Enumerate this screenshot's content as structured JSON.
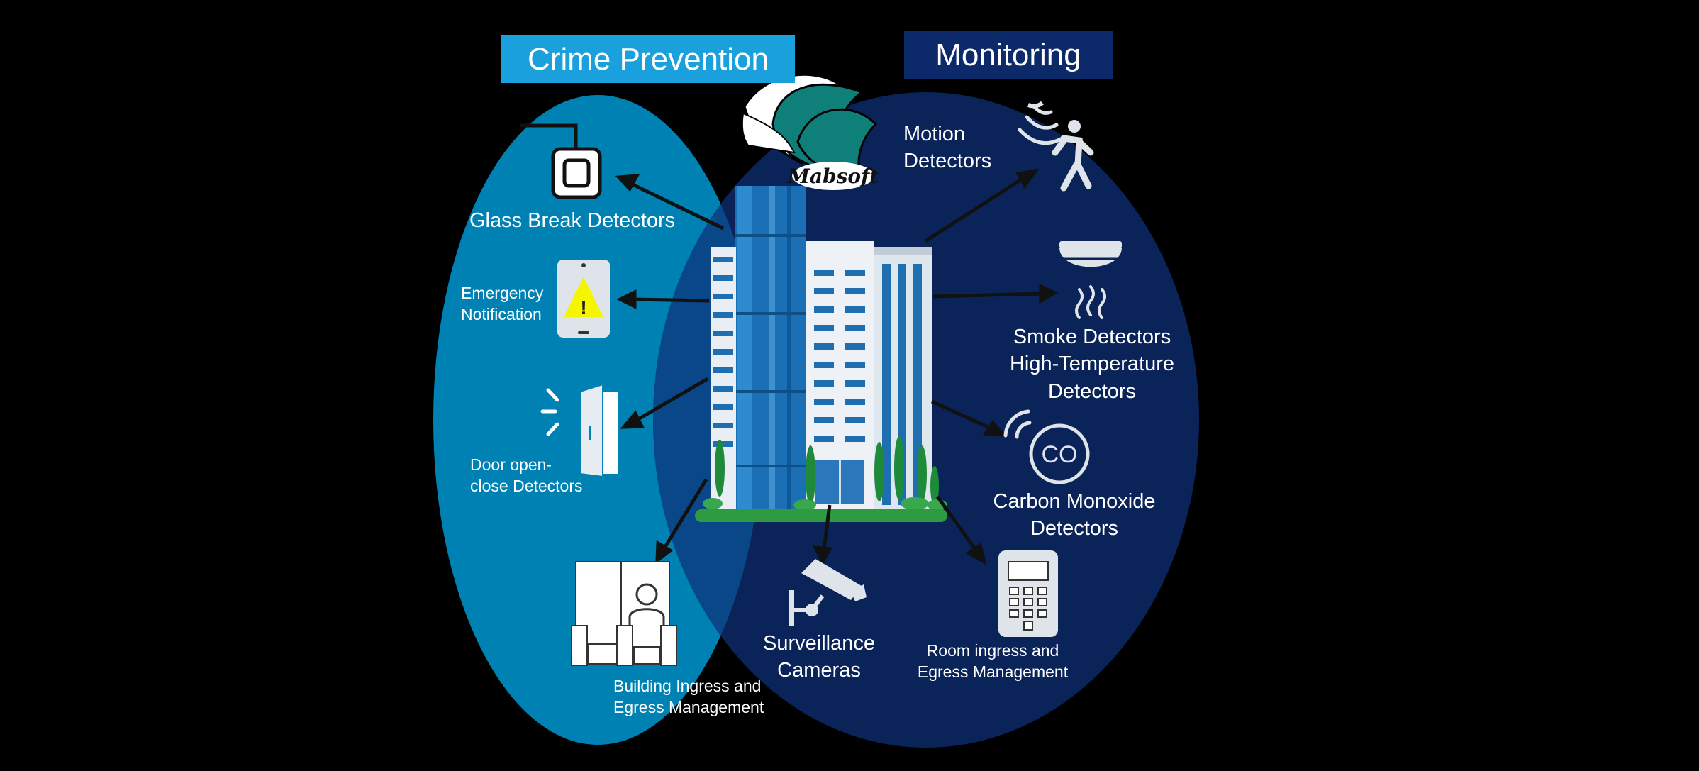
{
  "headers": {
    "crime_prevention": "Crime Prevention",
    "monitoring": "Monitoring"
  },
  "logo": {
    "text": "Mabsoft"
  },
  "labels": {
    "glass_break": "Glass Break Detectors",
    "emergency_1": "Emergency",
    "emergency_2": "Notification",
    "door_1": "Door open-",
    "door_2": "close Detectors",
    "building_ingress_1": "Building Ingress and",
    "building_ingress_2": "Egress Management",
    "surveillance_1": "Surveillance",
    "surveillance_2": "Cameras",
    "motion_1": "Motion",
    "motion_2": "Detectors",
    "smoke_1": "Smoke Detectors",
    "smoke_2": "High-Temperature",
    "smoke_3": "Detectors",
    "co_1": "Carbon Monoxide",
    "co_2": "Detectors",
    "co_icon": "CO",
    "room_ingress_1": "Room ingress and",
    "room_ingress_2": "Egress Management"
  },
  "icons": [
    "glass-break-icon",
    "mobile-warning-icon",
    "door-open-icon",
    "gate-person-icon",
    "security-camera-icon",
    "motion-person-icon",
    "smoke-detector-icon",
    "carbon-monoxide-icon",
    "keypad-icon",
    "building-icon",
    "mabsoft-logo"
  ],
  "colors": {
    "background": "#000000",
    "crime_prevention": "#0081b3",
    "monitoring": "#0a2459",
    "overlap": "#094789",
    "crime_header": "#1aa0dc",
    "monitoring_header": "#0c2a6a"
  }
}
